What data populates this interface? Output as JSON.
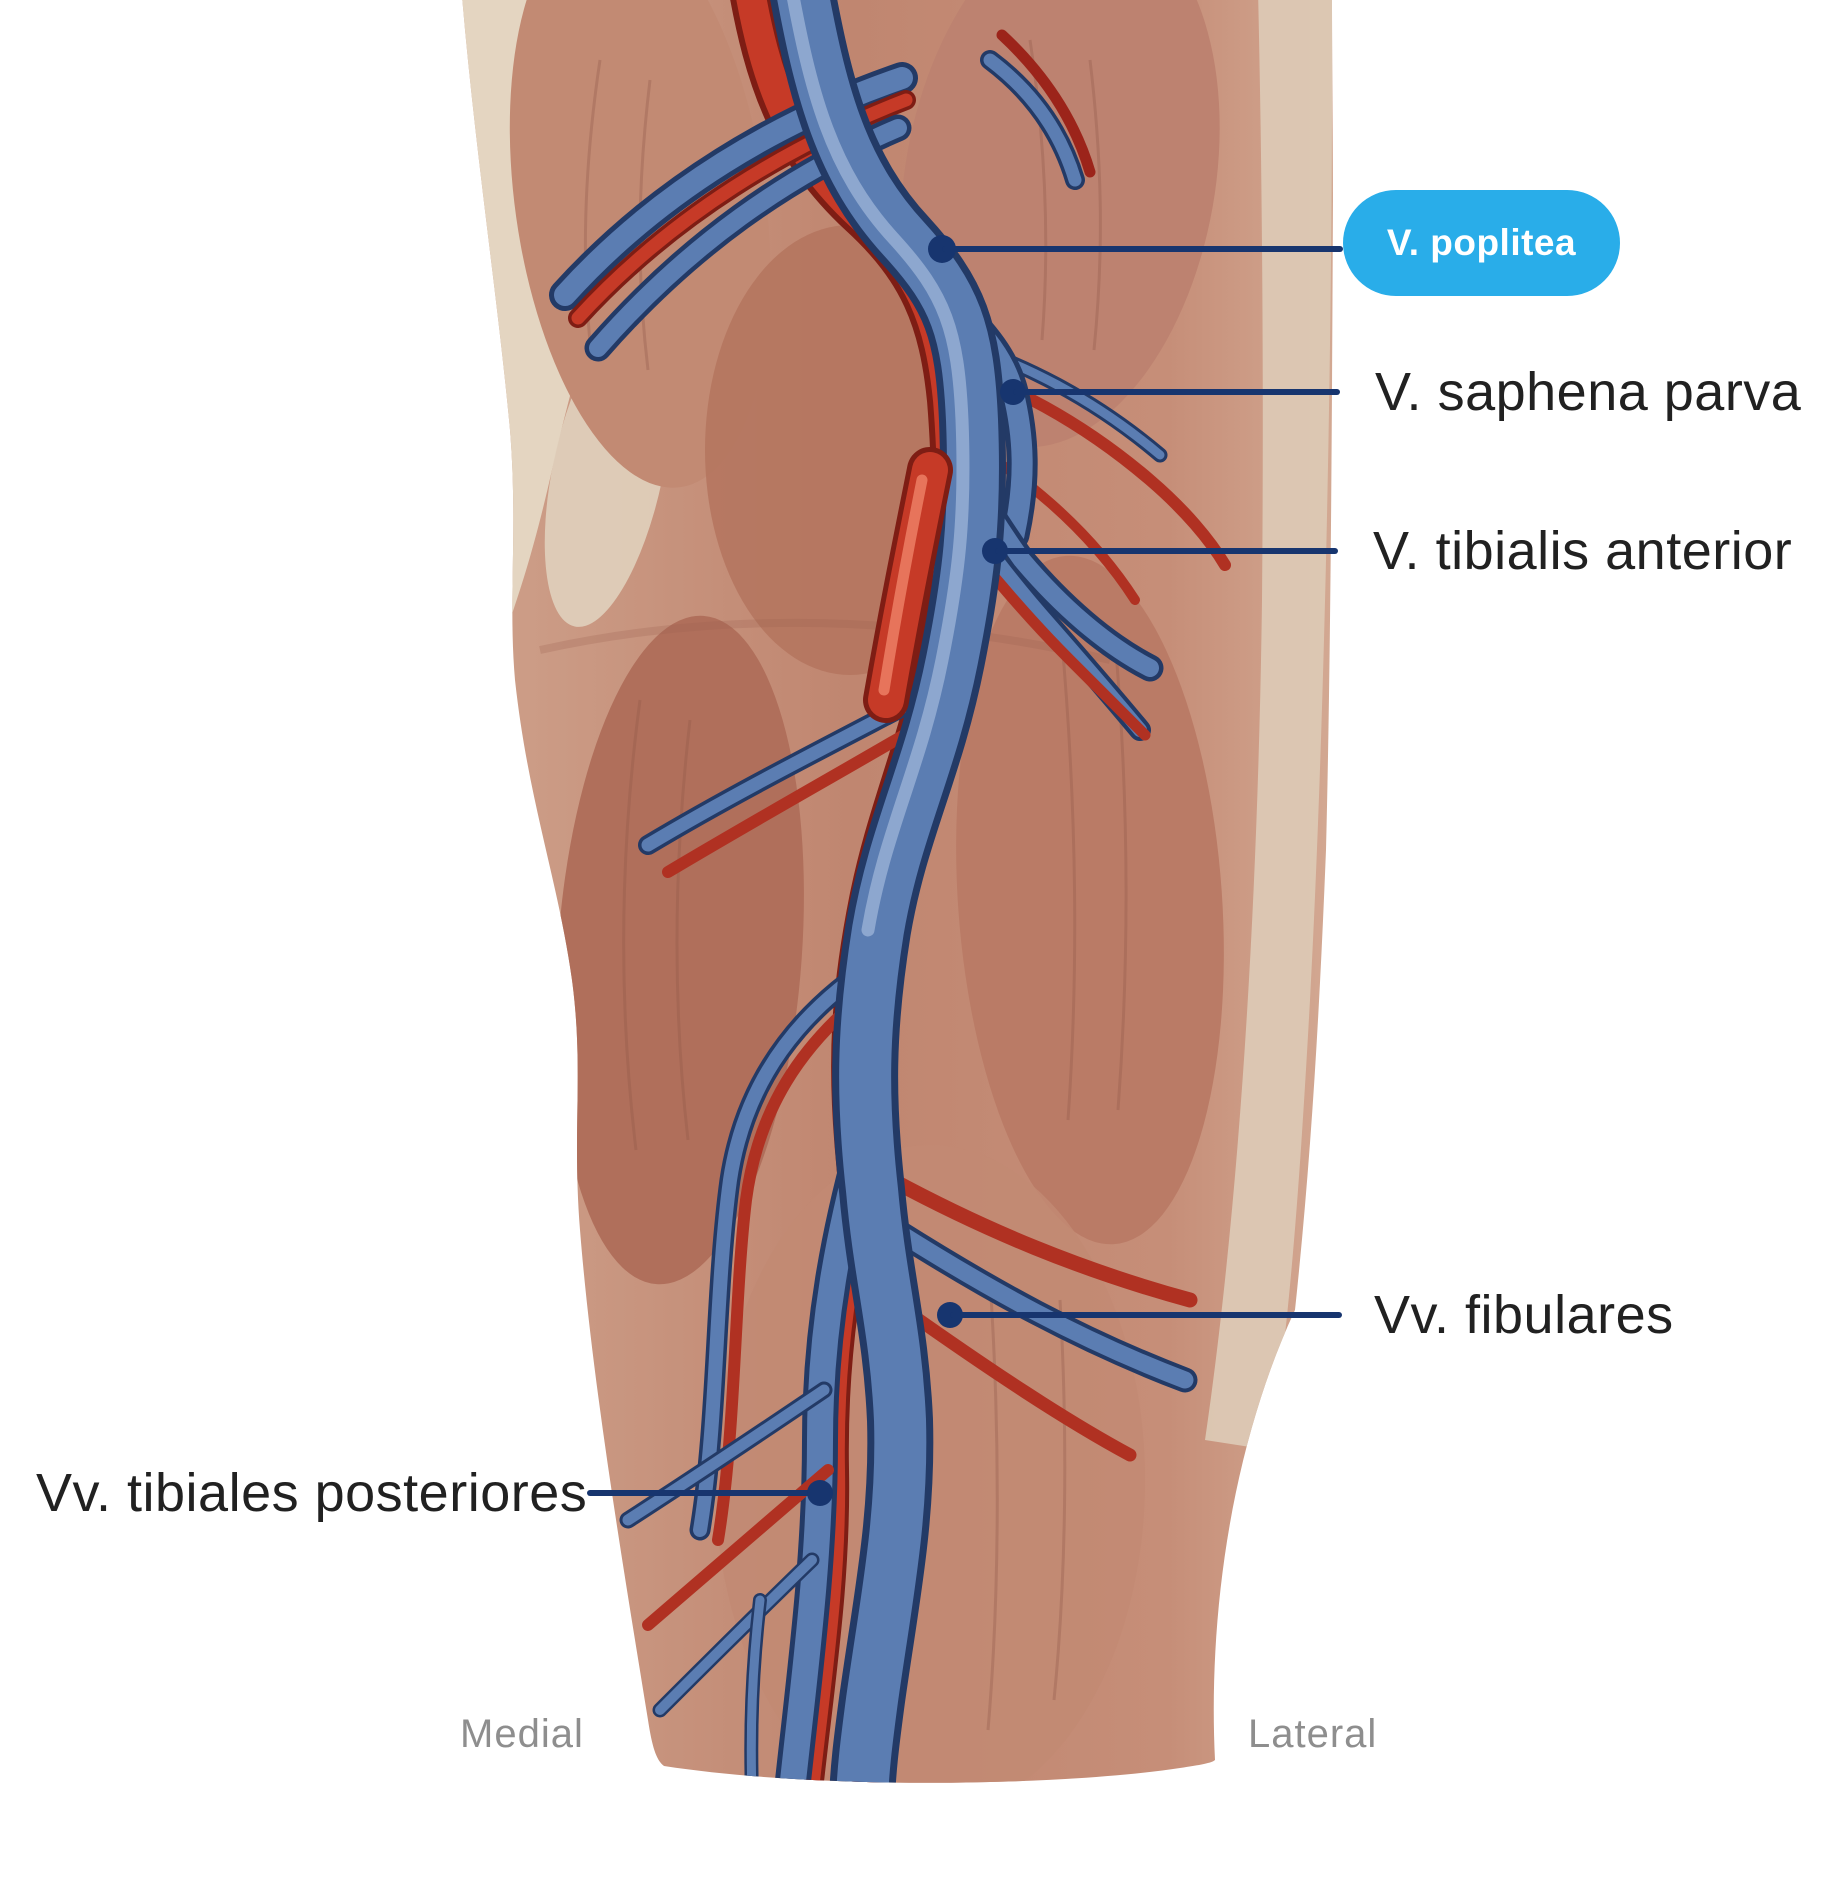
{
  "figure": {
    "type": "anatomical-diagram",
    "subject": "Deep veins of the knee and posterior lower leg (posterior view)",
    "labels": {
      "poplitea": {
        "text": "V. poplitea",
        "highlighted": true
      },
      "saphena_parva": {
        "text": "V. saphena parva",
        "highlighted": false
      },
      "tibialis_anterior": {
        "text": "V. tibialis anterior",
        "highlighted": false
      },
      "fibulares": {
        "text": "Vv. fibulares",
        "highlighted": false
      },
      "tibiales_posteriores": {
        "text": "Vv. tibiales posteriores",
        "highlighted": false
      }
    },
    "orientation": {
      "left": "Medial",
      "right": "Lateral"
    },
    "colors": {
      "highlight_badge": "#29ADE9",
      "badge_text": "#FFFFFF",
      "leader_line": "#17356F",
      "label_text": "#212121",
      "orientation_text": "#8E8E8E",
      "vein": "#5B7DB2",
      "artery": "#C63A27"
    }
  }
}
